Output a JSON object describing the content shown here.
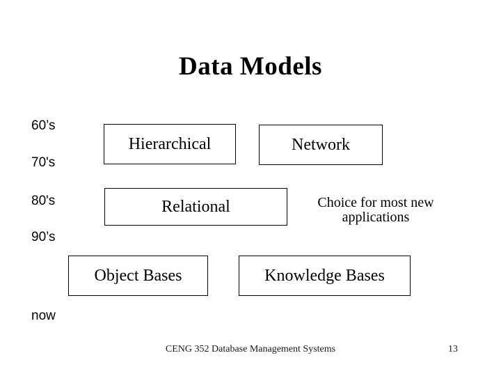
{
  "slide": {
    "title": "Data Models",
    "timeline": [
      {
        "label": "60’s"
      },
      {
        "label": "70's"
      },
      {
        "label": "80's"
      },
      {
        "label": "90’s"
      },
      {
        "label": "now"
      }
    ],
    "boxes": [
      {
        "label": "Hierarchical"
      },
      {
        "label": "Network"
      },
      {
        "label": "Relational"
      },
      {
        "label": "Object Bases"
      },
      {
        "label": "Knowledge Bases"
      }
    ],
    "annotation": {
      "line1": "Choice for most new",
      "line2": "applications"
    },
    "footer": {
      "course": "CENG 352 Database Management Systems",
      "page_number": "13"
    },
    "colors": {
      "background": "#ffffff",
      "text": "#000000",
      "box_border": "#000000"
    }
  }
}
